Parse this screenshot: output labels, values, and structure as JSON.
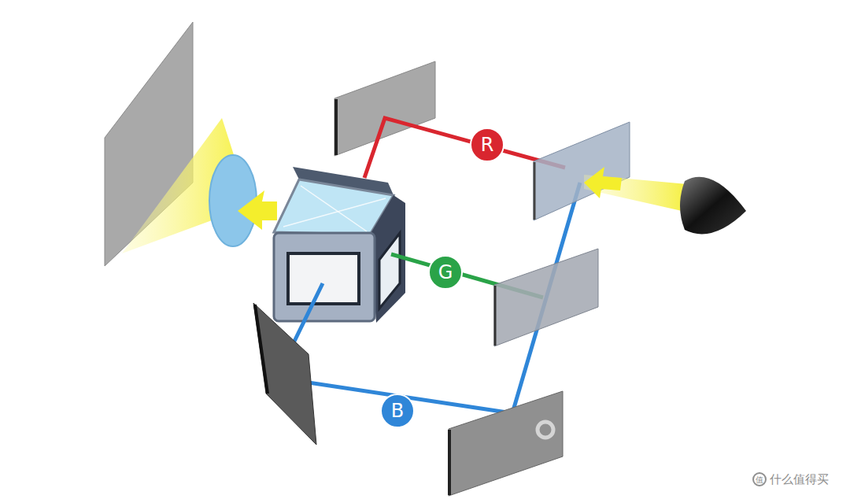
{
  "diagram": {
    "nodes": [
      {
        "text": [
          "R"
        ]
      },
      {
        "text": [
          "G"
        ]
      },
      {
        "text": [
          "B"
        ]
      }
    ],
    "labels": [
      "什么值得买"
    ]
  }
}
